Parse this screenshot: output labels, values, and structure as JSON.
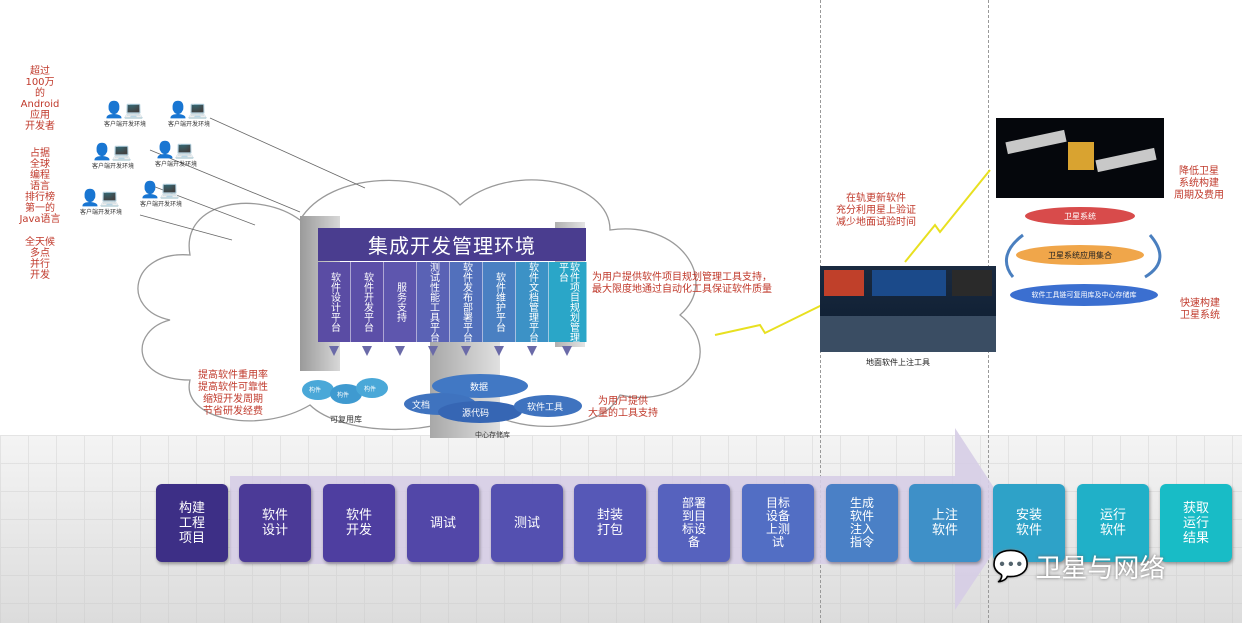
{
  "left_notes": {
    "developers": "超过\n100万\n的\nAndroid\n应用\n开发者",
    "ranking": "占据\n全球\n编程\n语言\n排行榜\n第一的\nJava语言",
    "allday": "全天候\n多点\n并行\n开发"
  },
  "dev_env_label": "客户端开发环境",
  "platform": {
    "title": "集成开发管理环境",
    "columns": [
      "软件设计平台",
      "软件开发平台",
      "服务支持",
      "测试性能工具平台",
      "软件发布部署平台",
      "软件维护平台",
      "软件文档管理平台",
      "软件项目规划管理平台"
    ]
  },
  "notes": {
    "reuse": "提高软件重用率\n提高软件可靠性\n缩短开发周期\n节省研发经费",
    "pm_support": "为用户提供软件项目规划管理工具支持，\n最大限度地通过自动化工具保证软件质量",
    "tools_support": "为用户提供\n大量的工具支持",
    "onorbit": "在轨更新软件\n充分利用星上验证\n减少地面试验时间",
    "reduce": "降低卫星\n系统构建\n周期及费用",
    "fast": "快速构建\n卫星系统"
  },
  "storage": {
    "reuse_lib": "可复用库",
    "component": "构件",
    "data": "数据",
    "doc": "文档",
    "source": "源代码",
    "tools": "软件工具",
    "center": "中心存储库"
  },
  "ground_tool": "地面软件上注工具",
  "satellite_stack": {
    "top": "卫星系统",
    "middle": "卫星系统应用集合",
    "bottom": "软件工具链可复用库及中心存储库"
  },
  "process_steps": [
    "构建\n工程\n项目",
    "软件\n设计",
    "软件\n开发",
    "调试",
    "测试",
    "封装\n打包",
    "部署\n到目\n标设\n备",
    "目标\n设备\n上测\n试",
    "生成\n软件\n注入\n指令",
    "上注\n软件",
    "安装\n软件",
    "运行\n软件",
    "获取\n运行\n结果"
  ],
  "watermark": "卫星与网络",
  "colors": {
    "purple": "#4a3d8f",
    "cyan": "#2aa6c8",
    "note_red": "#c0392b"
  }
}
